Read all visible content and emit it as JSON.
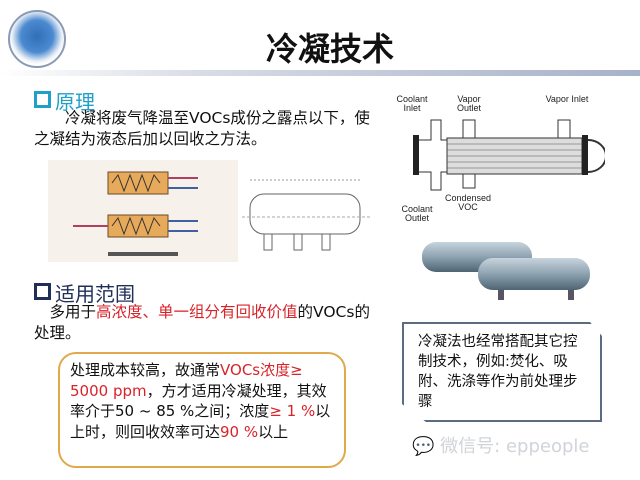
{
  "title": "冷凝技术",
  "section1": {
    "heading": "原理",
    "body": "　　冷凝将废气降温至VOCs成份之露点以下，使之凝结为液态后加以回收之方法。"
  },
  "diagram": {
    "coolant_inlet": "Coolant Inlet",
    "vapor_outlet": "Vapor Outlet",
    "vapor_inlet": "Vapor Inlet",
    "condensed": "Condensed VOC",
    "coolant_outlet": "Coolant Outlet"
  },
  "section2": {
    "heading": "适用范围",
    "pre": "　多用于",
    "red": "高浓度、单一组分有回收价值",
    "post": "的VOCs的处理。"
  },
  "box1": {
    "a": "处理成本较高，故通常",
    "b": "VOCs浓度≥ 5000 ppm",
    "c": "，方才适用冷凝处理，其效率介于50 ~ 85 %之间；浓度",
    "d": "≥ 1 %",
    "e": "以上时，则回收效率可达",
    "f": "90 %",
    "g": "以上"
  },
  "box2": {
    "text": "冷凝法也经常搭配其它控制技术，例如:焚化、吸附、洗涤等作为前处理步骤"
  },
  "watermark": "微信号: eppeople"
}
